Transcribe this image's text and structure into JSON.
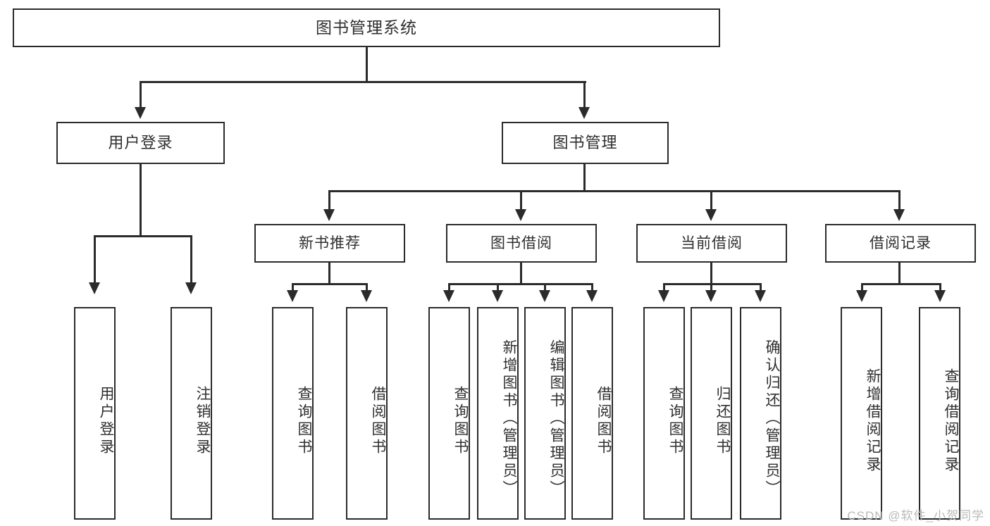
{
  "diagram": {
    "title": "图书管理系统",
    "watermark": "CSDN @软件_小贺同学",
    "line_color": "#2b2b2b",
    "text_color": "#2f2f2f",
    "background": "#ffffff",
    "root": {
      "label": "图书管理系统"
    },
    "level2": [
      {
        "label": "用户登录"
      },
      {
        "label": "图书管理"
      }
    ],
    "level3": [
      {
        "label": "新书推荐"
      },
      {
        "label": "图书借阅"
      },
      {
        "label": "当前借阅"
      },
      {
        "label": "借阅记录"
      }
    ],
    "leaves": {
      "user_login": [
        {
          "label": "用户登录"
        },
        {
          "label": "注销登录"
        }
      ],
      "new_book_recommend": [
        {
          "label": "查询图书"
        },
        {
          "label": "借阅图书"
        }
      ],
      "book_borrow": [
        {
          "label": "查询图书"
        },
        {
          "label": "新增图书（管理员）"
        },
        {
          "label": "编辑图书（管理员）"
        },
        {
          "label": "借阅图书"
        }
      ],
      "current_borrow": [
        {
          "label": "查询图书"
        },
        {
          "label": "归还图书"
        },
        {
          "label": "确认归还（管理员）"
        }
      ],
      "borrow_record": [
        {
          "label": "新增借阅记录"
        },
        {
          "label": "查询借阅记录"
        }
      ]
    }
  }
}
